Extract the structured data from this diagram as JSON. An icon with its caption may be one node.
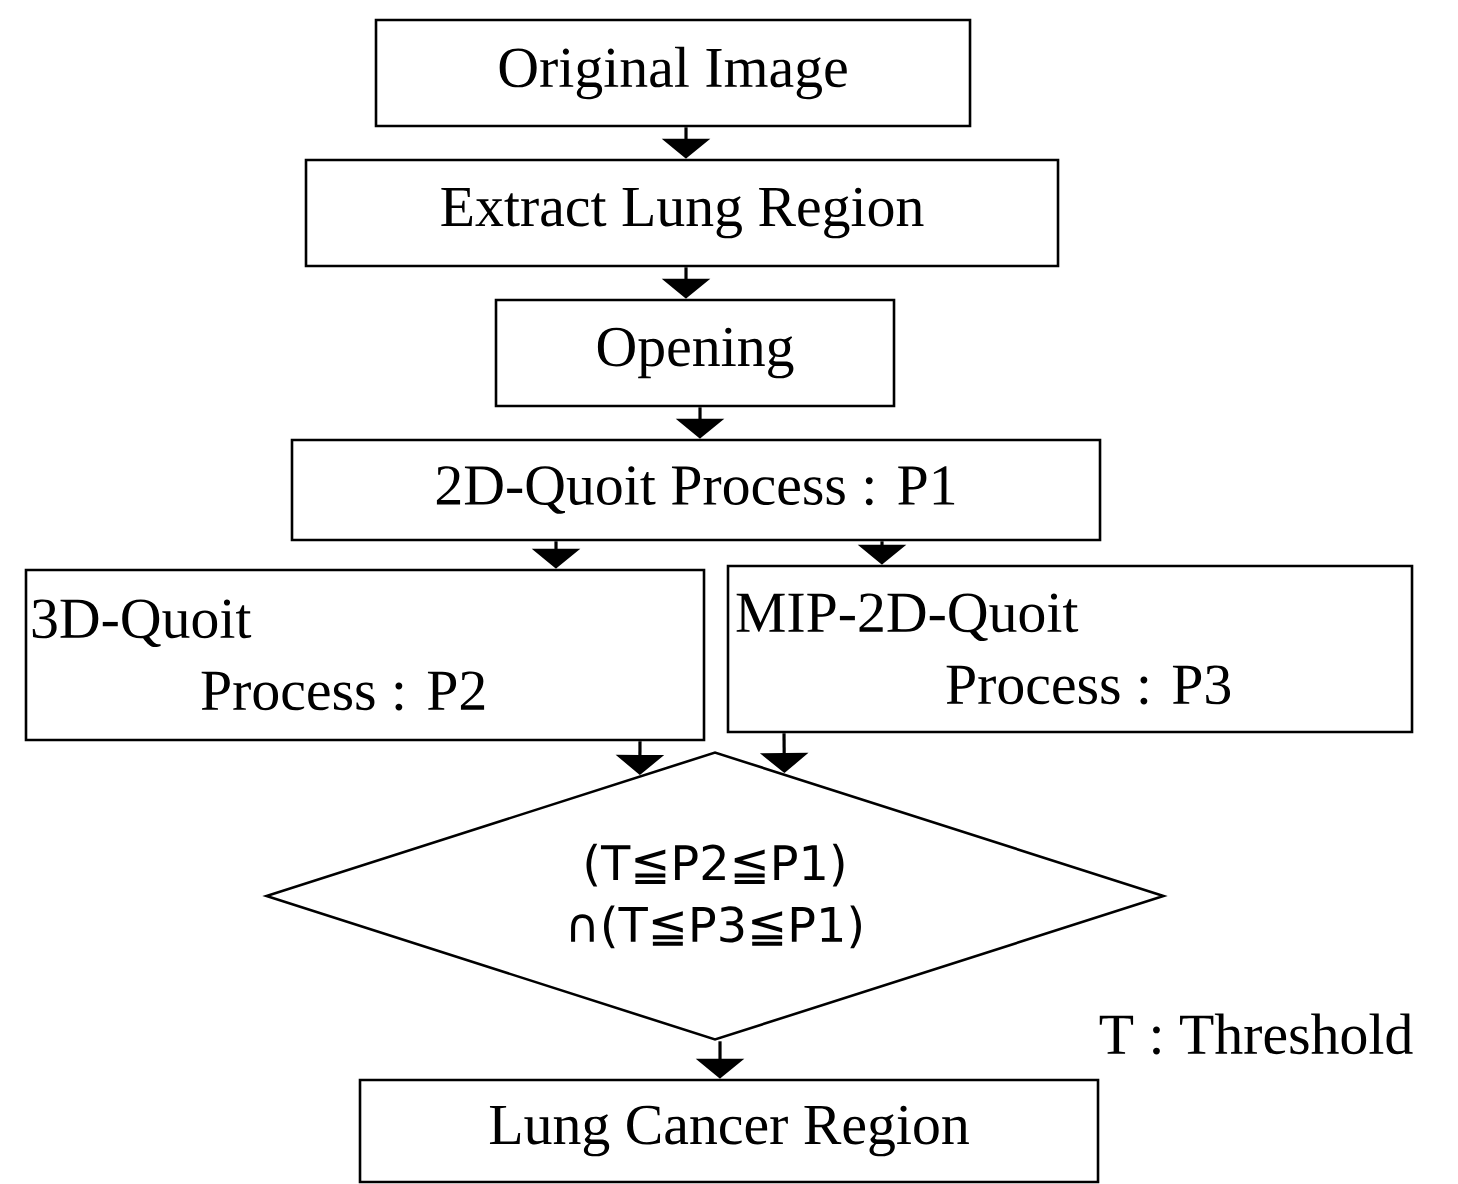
{
  "diagram": {
    "nodes": [
      {
        "text": [
          "Original Image"
        ]
      },
      {
        "text": [
          "Extract Lung Region"
        ]
      },
      {
        "text": [
          "Opening"
        ]
      },
      {
        "text": [
          "2D-Quoit Process : P1"
        ]
      },
      {
        "text": [
          "3D-Quoit Process : P2"
        ]
      },
      {
        "text": [
          "MIP-2D-Quoit Process : P3"
        ]
      },
      {
        "text": [
          "(T≦P2≦P1) ∩(T≦P3≦P1)"
        ]
      },
      {
        "text": [
          "Lung Cancer Region"
        ]
      }
    ],
    "edges": [
      {
        "from": 0,
        "to": 1,
        "arrow": "to"
      },
      {
        "from": 1,
        "to": 2,
        "arrow": "to"
      },
      {
        "from": 2,
        "to": 3,
        "arrow": "to"
      },
      {
        "from": 3,
        "to": 4,
        "arrow": "to"
      },
      {
        "from": 3,
        "to": 5,
        "arrow": "to"
      },
      {
        "from": 4,
        "to": 6,
        "arrow": "to"
      },
      {
        "from": 5,
        "to": 6,
        "arrow": "to"
      },
      {
        "from": 6,
        "to": 7,
        "arrow": "to"
      }
    ],
    "labels": [
      "T : Threshold"
    ]
  }
}
